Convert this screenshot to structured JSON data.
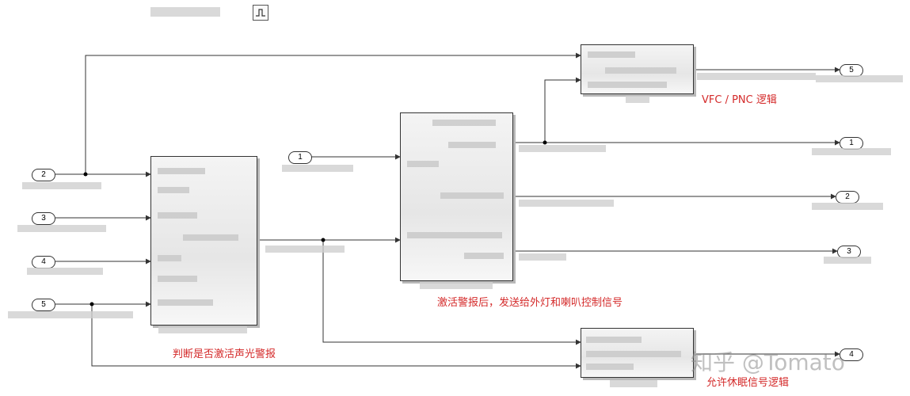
{
  "ports_in": [
    {
      "label": "2"
    },
    {
      "label": "3"
    },
    {
      "label": "4"
    },
    {
      "label": "5"
    },
    {
      "label": "1"
    }
  ],
  "ports_out": [
    {
      "label": "5"
    },
    {
      "label": "1"
    },
    {
      "label": "2"
    },
    {
      "label": "3"
    },
    {
      "label": "4"
    }
  ],
  "notes": {
    "vfc_pnc": "VFC / PNC 逻辑",
    "activate_alarm": "判断是否激活声光警报",
    "send_signals": "激活警报后，发送给外灯和喇叭控制信号",
    "allow_sleep": "允许休眠信号逻辑"
  },
  "watermark": "知乎 @Tomato",
  "colors": {
    "annotation": "#d42a2a",
    "line": "#333333"
  }
}
